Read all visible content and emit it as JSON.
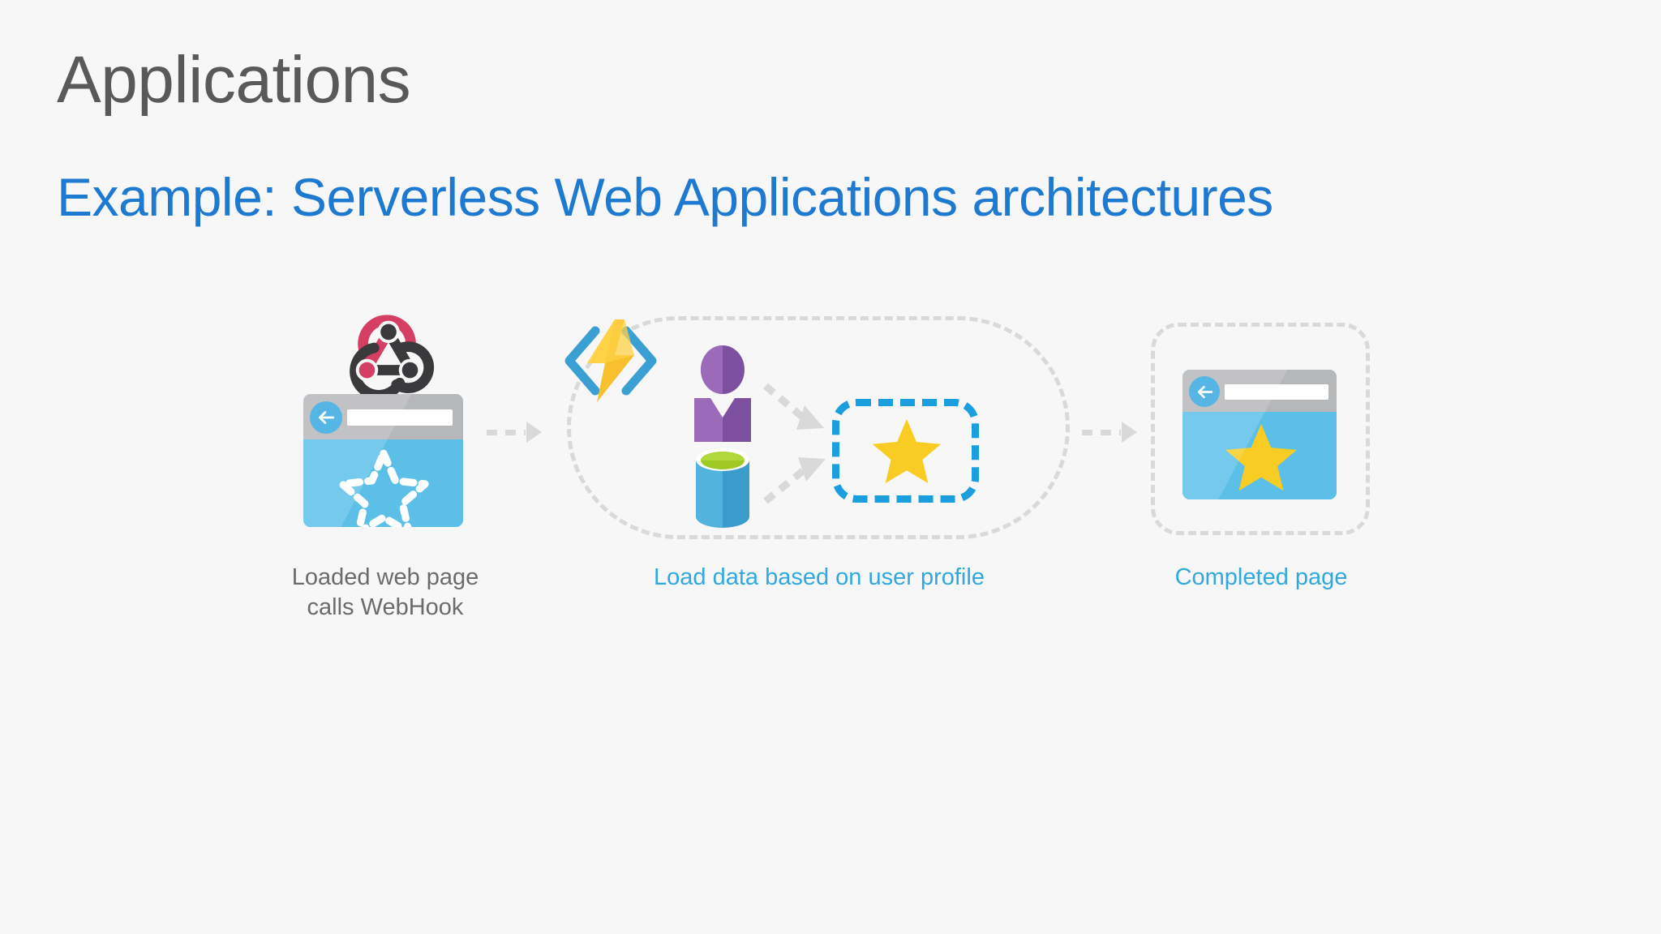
{
  "slide": {
    "title": "Applications",
    "subtitle": "Example: Serverless Web Applications architectures",
    "background_color": "#f7f7f7",
    "title_color": "#595959",
    "subtitle_color": "#1e7ad1"
  },
  "diagram": {
    "type": "flow",
    "stages": [
      {
        "id": "loaded-web-page",
        "caption": "Loaded web page\ncalls WebHook",
        "caption_color": "#6b6b6b",
        "icons": [
          "webhook-icon",
          "browser-window-icon",
          "dashed-star-outline-icon"
        ]
      },
      {
        "id": "load-data",
        "caption": "Load data based on user profile",
        "caption_color": "#31a8e0",
        "icons": [
          "azure-functions-icon",
          "user-profile-icon",
          "database-icon",
          "star-icon"
        ]
      },
      {
        "id": "completed-page",
        "caption": "Completed page",
        "caption_color": "#31a8e0",
        "icons": [
          "browser-window-icon",
          "star-icon"
        ]
      }
    ],
    "colors": {
      "webhook_pink": "#d43f63",
      "webhook_dark": "#3a3a3c",
      "browser_chrome": "#b6b7b9",
      "browser_page": "#5bbfe8",
      "browser_back_button": "#35a8e0",
      "functions_bracket_blue": "#3aa0d4",
      "functions_bolt_yellow": "#f8c02c",
      "functions_bolt_highlight": "#ffd040",
      "person_purple": "#7d4fa0",
      "person_purple_light": "#9b6bba",
      "database_blue": "#3a9ccd",
      "database_blue_light": "#52b4de",
      "database_green": "#9fc925",
      "star_gold": "#f8cc23",
      "dashed_gray": "#d9d9da",
      "dashed_blue": "#1a9ee0"
    }
  }
}
